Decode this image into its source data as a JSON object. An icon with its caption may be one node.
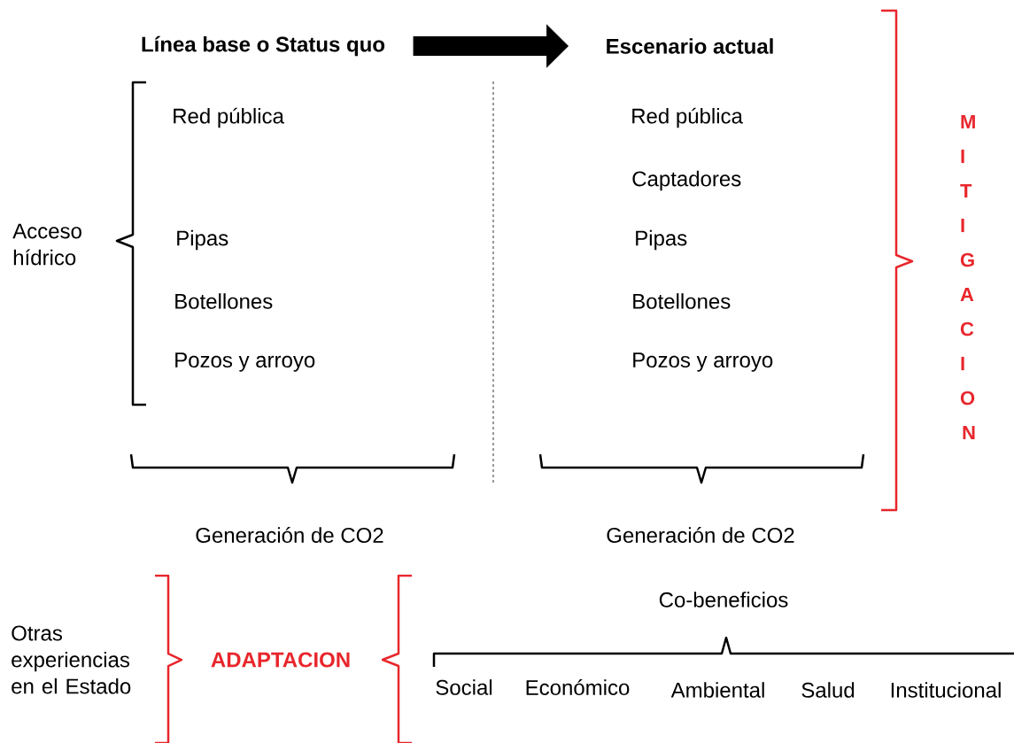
{
  "diagram": {
    "nodes": [
      {
        "text": [
          "Línea base o Status quo"
        ]
      },
      {
        "text": [
          "Escenario actual"
        ]
      }
    ],
    "edges": [
      {
        "from": 0,
        "to": 1,
        "arrow": "to"
      }
    ],
    "labels": [
      "Acceso hídrico",
      "Red pública",
      "Pipas",
      "Botellones",
      "Pozos y arroyo",
      "Red pública",
      "Captadores",
      "Pipas",
      "Botellones",
      "Pozos y arroyo",
      "Generación de CO2",
      "Generación de CO2",
      "MITIGACION",
      "Otras experiencias en el Estado",
      "ADAPTACION",
      "Co-beneficios",
      "Social",
      "Económico",
      "Ambiental",
      "Salud",
      "Institucional"
    ]
  }
}
